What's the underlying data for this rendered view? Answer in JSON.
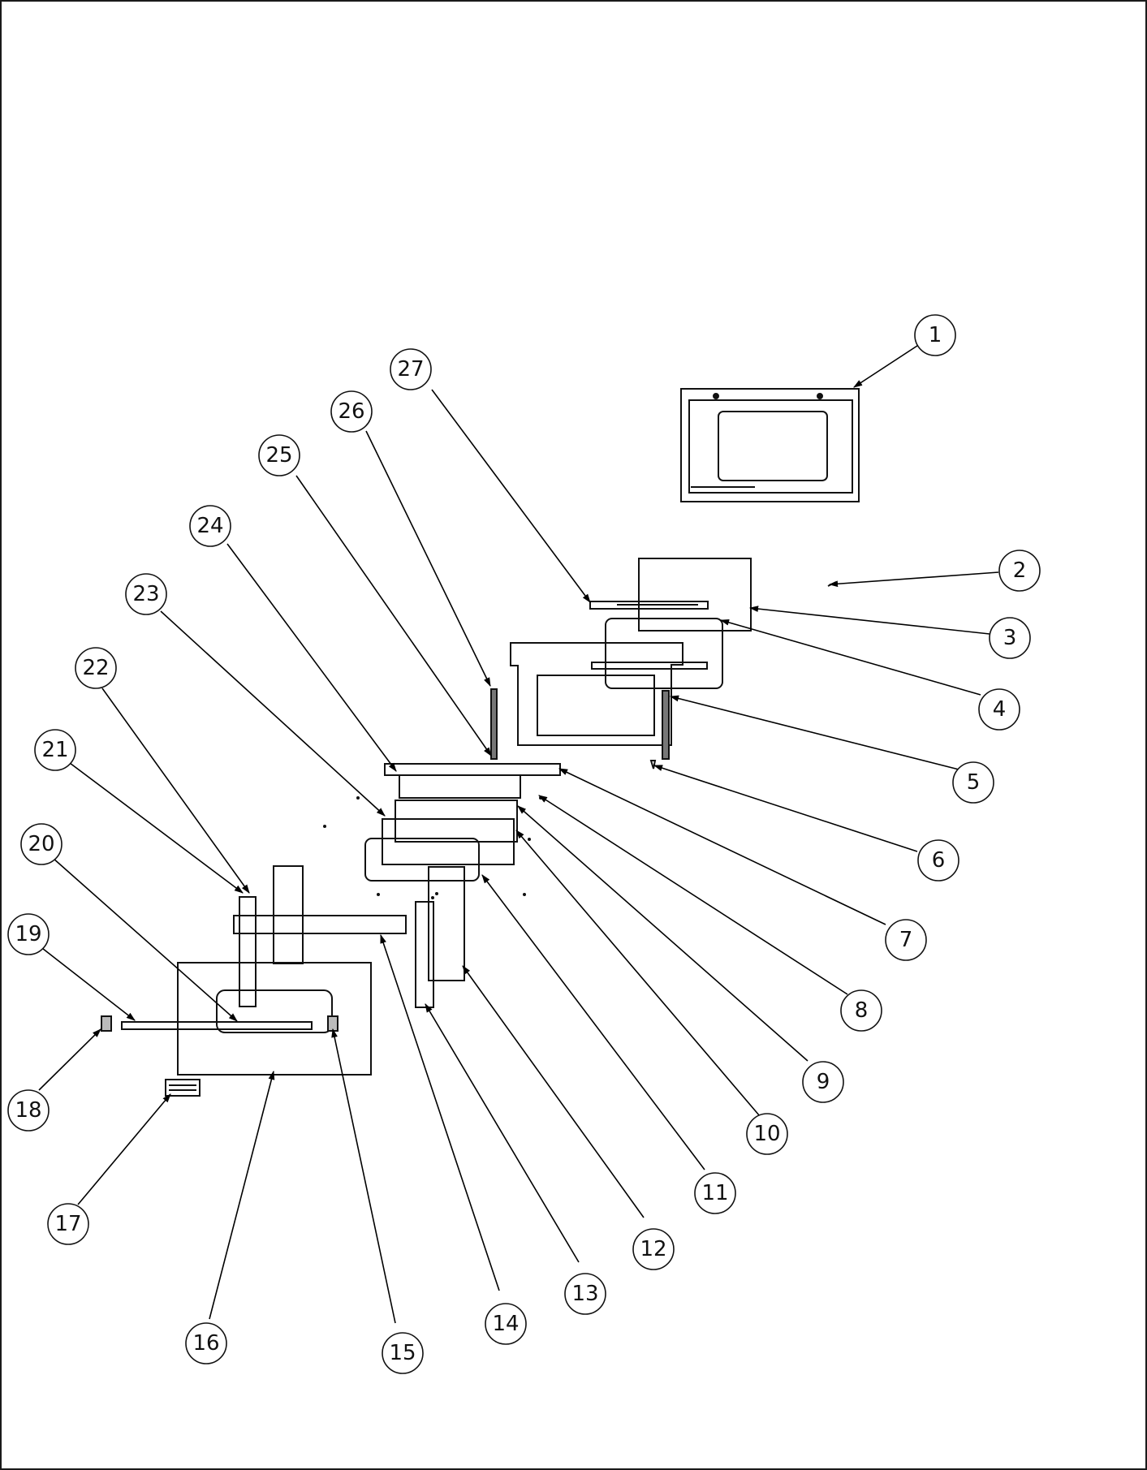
{
  "diagram": {
    "type": "exploded-parts-view",
    "callouts": [
      "1",
      "2",
      "3",
      "4",
      "5",
      "6",
      "7",
      "8",
      "9",
      "10",
      "11",
      "12",
      "13",
      "14",
      "15",
      "16",
      "17",
      "18",
      "19",
      "20",
      "21",
      "22",
      "23",
      "24",
      "25",
      "26",
      "27"
    ]
  }
}
